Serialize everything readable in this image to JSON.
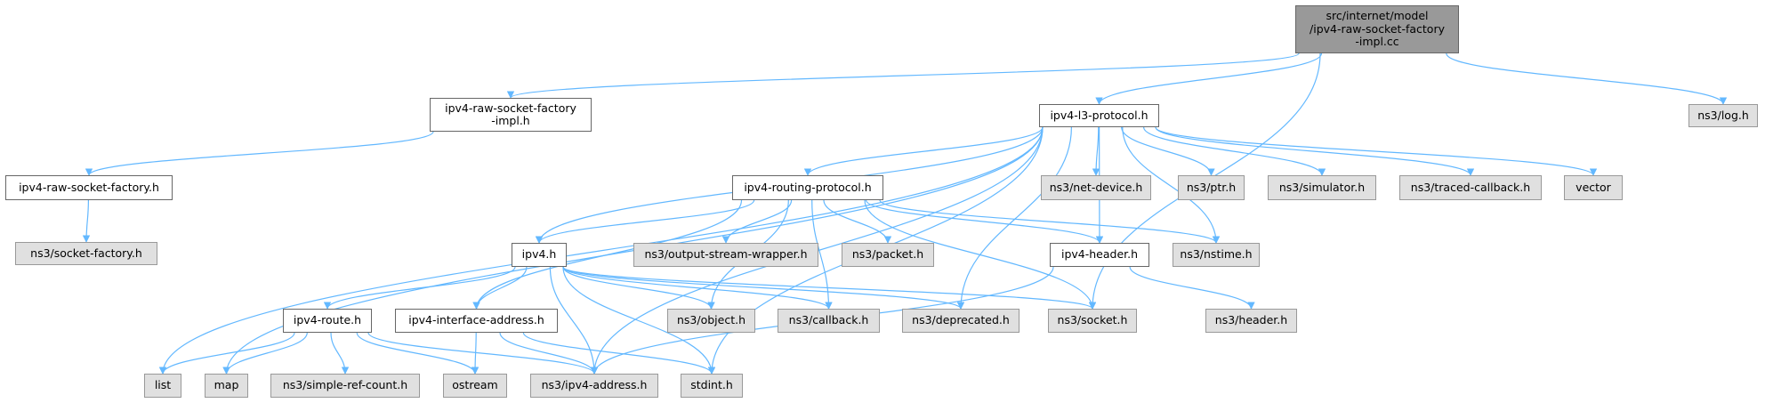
{
  "colors": {
    "edge": "#63b8ff",
    "root_fill": "#999999",
    "doc_fill": "#ffffff",
    "ext_fill": "#e0e0e0"
  },
  "nodes": {
    "root": "src/internet/model\n/ipv4-raw-socket-factory\n-impl.cc",
    "raw_impl_h": "ipv4-raw-socket-factory\n-impl.h",
    "raw_factory_h": "ipv4-raw-socket-factory.h",
    "socket_factory_h": "ns3/socket-factory.h",
    "l3_protocol_h": "ipv4-l3-protocol.h",
    "log_h": "ns3/log.h",
    "routing_protocol_h": "ipv4-routing-protocol.h",
    "net_device_h": "ns3/net-device.h",
    "ptr_h": "ns3/ptr.h",
    "simulator_h": "ns3/simulator.h",
    "traced_callback_h": "ns3/traced-callback.h",
    "vector": "vector",
    "ipv4_h": "ipv4.h",
    "output_stream_wrapper_h": "ns3/output-stream-wrapper.h",
    "packet_h": "ns3/packet.h",
    "ipv4_header_h": "ipv4-header.h",
    "nstime_h": "ns3/nstime.h",
    "route_h": "ipv4-route.h",
    "interface_address_h": "ipv4-interface-address.h",
    "object_h": "ns3/object.h",
    "callback_h": "ns3/callback.h",
    "deprecated_h": "ns3/deprecated.h",
    "socket_h": "ns3/socket.h",
    "header_h": "ns3/header.h",
    "list": "list",
    "map": "map",
    "simple_ref_count_h": "ns3/simple-ref-count.h",
    "ostream": "ostream",
    "ipv4_address_h": "ns3/ipv4-address.h",
    "stdint_h": "stdint.h"
  }
}
